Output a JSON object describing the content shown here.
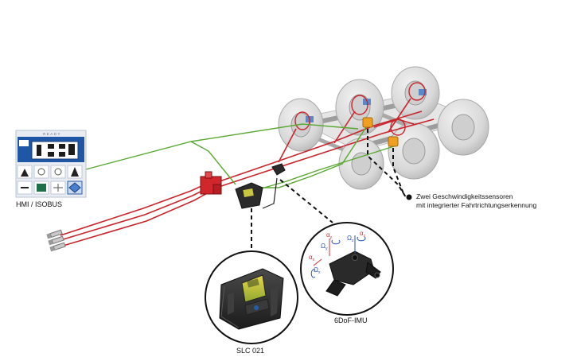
{
  "hmi": {
    "label": "HMI / ISOBUS",
    "screen_status": "READY"
  },
  "components": {
    "controller_label": "SLC 021",
    "imu_label": "6DoF-IMU",
    "sensors_label_line1": "Zwei Geschwindigkeitssensoren",
    "sensors_label_line2": "mit integrierter Fahrtrichtungserkennung"
  },
  "imu_axes": {
    "alpha_y": "α",
    "omega_y": "Ω",
    "alpha_z": "α",
    "omega_z": "Ω",
    "alpha_x": "α",
    "omega_x": "Ω",
    "sub_x": "x",
    "sub_y": "y",
    "sub_z": "z"
  },
  "colors": {
    "hydraulic_red": "#c8242b",
    "signal_green": "#5aa832",
    "sensor_orange": "#f0a020",
    "hmi_blue": "#1f5fa8",
    "axis_red": "#d23030",
    "axis_blue": "#2a56b0"
  }
}
